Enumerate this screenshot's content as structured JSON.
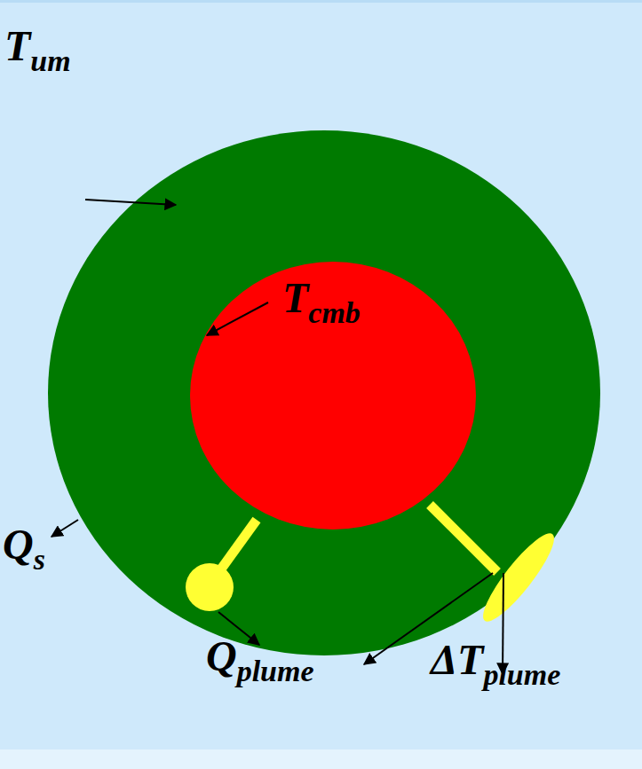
{
  "diagram": {
    "labels": [
      "Tum",
      "Tcmb",
      "Qs",
      "Qplume",
      "ΔTplume"
    ]
  }
}
